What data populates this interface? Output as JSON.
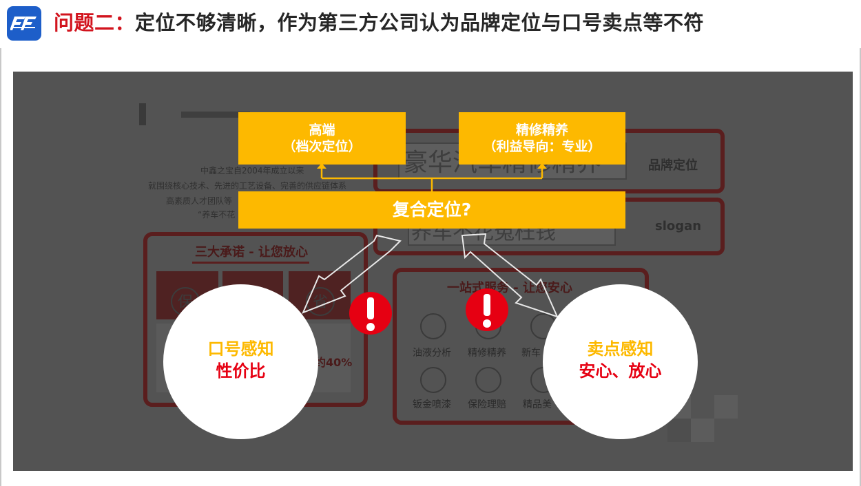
{
  "header": {
    "title_prefix": "问题二：",
    "title_text": "定位不够清晰，作为第三方公司认为品牌定位与口号卖点等不符"
  },
  "background_ad": {
    "intro_lines": [
      "中鑫之宝自2004年成立以来",
      "就围绕核心技术、先进的工艺设备、完善的供应链体系",
      "高素质人才团队等",
      "“养车不花"
    ],
    "brand_slogan_box_text": "豪华汽车精修精养",
    "brand_positioning_label": "品牌定位",
    "slogan_box_text": "养车不花冤枉钱",
    "slogan_label": "slogan",
    "promise_title": "三大承诺 - 让您放心",
    "promise_chars": [
      "保",
      "省"
    ],
    "promise_saving": "约40%",
    "service_title": "一站式服务 - 让您安心",
    "services": [
      "油液分析",
      "精修精养",
      "新车",
      "钣金喷漆",
      "保险理赔",
      "精品美"
    ]
  },
  "boxes": {
    "high_end_l1": "高端",
    "high_end_l2": "（档次定位）",
    "precision_l1": "精修精养",
    "precision_l2": "（利益导向：专业）",
    "composite": "复合定位?"
  },
  "circles": {
    "left_l1": "口号感知",
    "left_l2": "性价比",
    "right_l1": "卖点感知",
    "right_l2": "安心、放心"
  },
  "colors": {
    "accent_yellow": "#fdb900",
    "alert_red": "#e60012",
    "title_red": "#d2141e",
    "logo_blue": "#1d5ec9",
    "panel_gray": "#535353"
  }
}
